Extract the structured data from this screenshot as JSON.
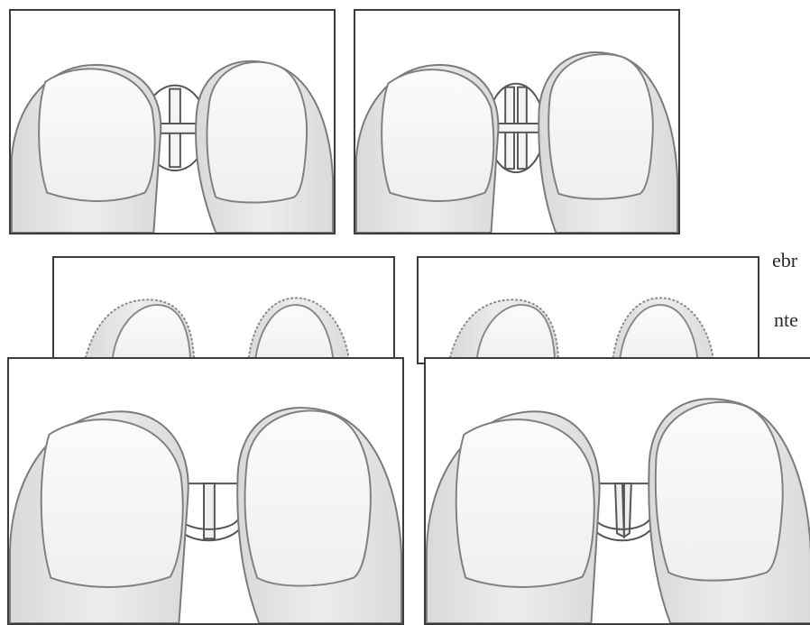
{
  "text_fragments": {
    "top": "ebr",
    "bottom": "nte"
  },
  "panels": [
    {
      "id": "top-left",
      "tablet": "cross-scored",
      "view": "front"
    },
    {
      "id": "top-right",
      "tablet": "cross-scored",
      "view": "side"
    },
    {
      "id": "middle-left",
      "tablet": "none",
      "view": "partial"
    },
    {
      "id": "middle-right",
      "tablet": "none",
      "view": "partial"
    },
    {
      "id": "bottom-left",
      "tablet": "half-split",
      "view": "front"
    },
    {
      "id": "bottom-right",
      "tablet": "half-split",
      "view": "side"
    }
  ],
  "colors": {
    "border": "#3c3c3c",
    "finger_fill": "#e6e6e6",
    "finger_stroke": "#7a7a7a",
    "nail_fill": "#f8f8f8",
    "tablet_stroke": "#555555"
  }
}
